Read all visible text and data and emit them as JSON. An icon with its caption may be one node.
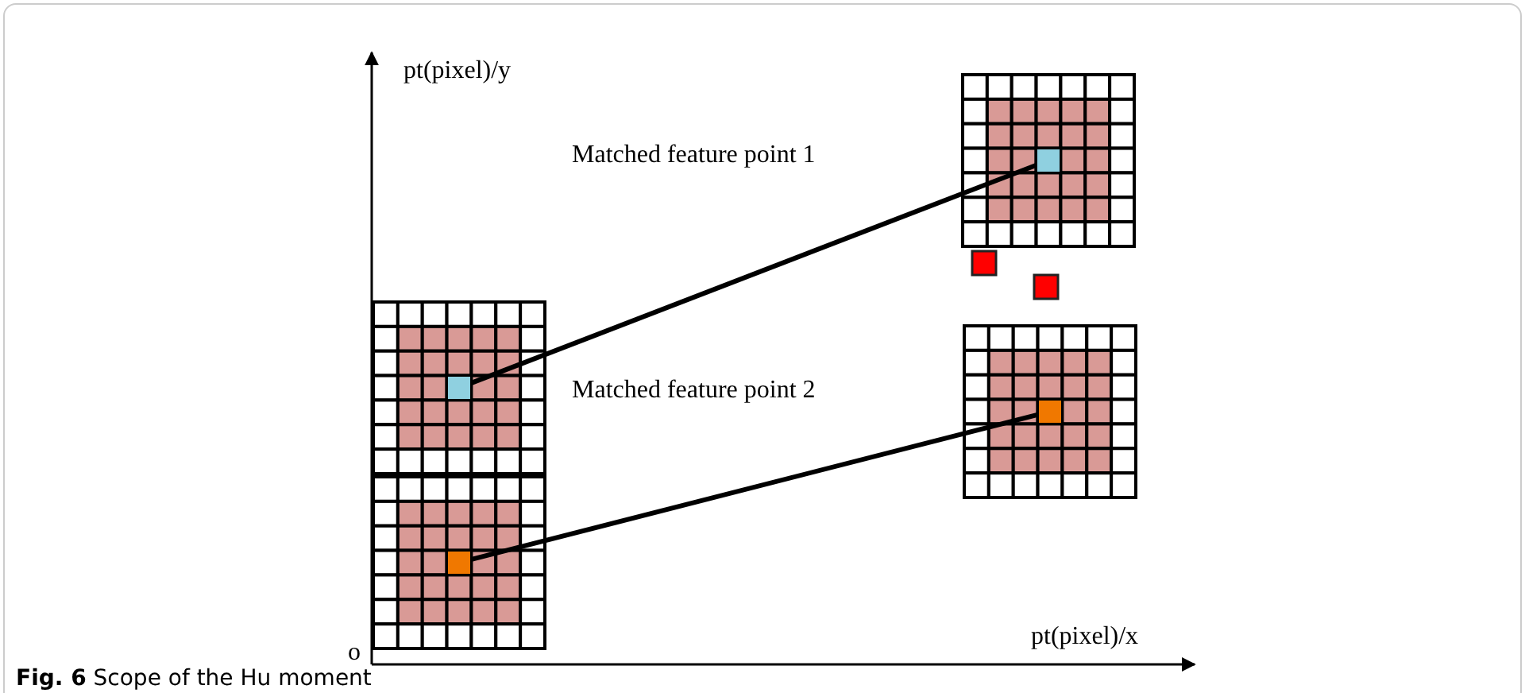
{
  "diagram": {
    "caption": "**Fig. 6** Scope of the Hu moment",
    "nodes": [
      {
        "text": [],
        "shape": "grid"
      },
      {
        "text": [],
        "shape": "box",
        "in": 0
      },
      {
        "text": [],
        "shape": "grid"
      },
      {
        "text": [],
        "shape": "box",
        "in": 2
      },
      {
        "text": [],
        "shape": "grid"
      },
      {
        "text": [],
        "shape": "box",
        "in": 4
      },
      {
        "text": [],
        "shape": "grid"
      },
      {
        "text": [],
        "shape": "box",
        "in": 6
      }
    ],
    "edges": [
      {
        "from": 3,
        "to": 1,
        "arrow": "none"
      },
      {
        "from": 7,
        "to": 5,
        "arrow": "none"
      }
    ],
    "labels": [
      "pt(pixel)/y",
      "Matched feature point 1",
      "Matched feature point 2",
      "o",
      "pt(pixel)/x"
    ]
  }
}
